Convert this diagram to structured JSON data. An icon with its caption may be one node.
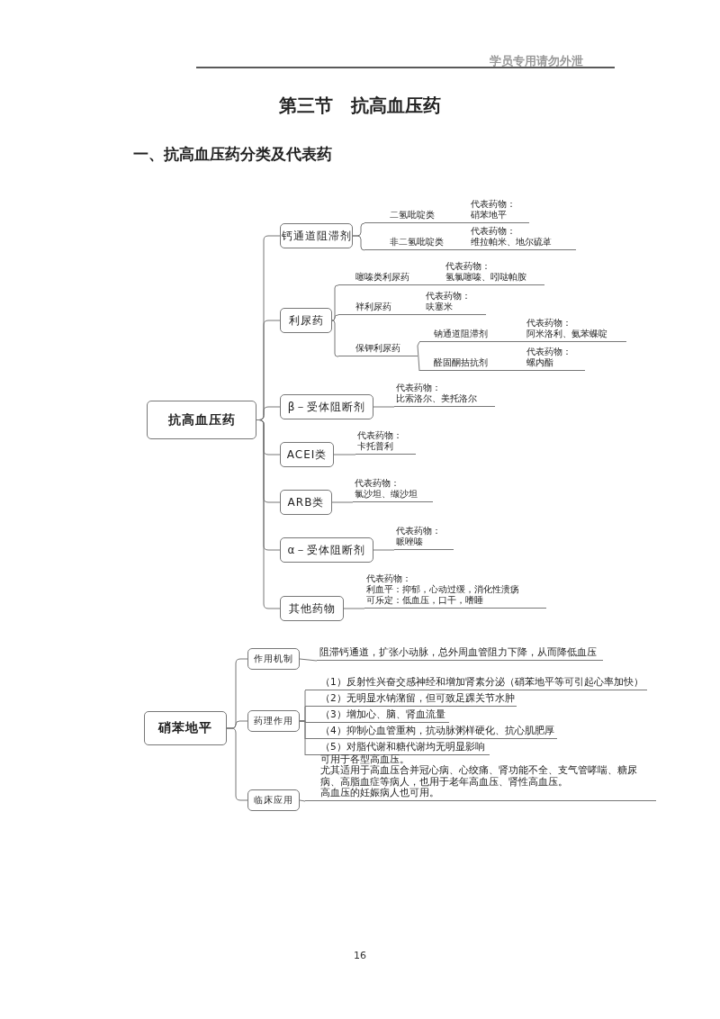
{
  "diagram": {
    "title": "第三节　抗高血压药",
    "nodes": [
      {
        "text": [
          "抗高血压药"
        ]
      },
      {
        "text": [
          "钙通道阻滞剂"
        ]
      },
      {
        "text": [
          "二氢吡啶类",
          "代表药物：",
          "硝苯地平"
        ]
      },
      {
        "text": [
          "非二氢吡啶类",
          "代表药物：",
          "维拉帕米、地尔硫䓬"
        ]
      },
      {
        "text": [
          "利尿药"
        ]
      },
      {
        "text": [
          "噻嗪类利尿药",
          "代表药物：",
          "氢氯噻嗪、吲哒帕胺"
        ]
      },
      {
        "text": [
          "袢利尿药",
          "代表药物：",
          "呋塞米"
        ]
      },
      {
        "text": [
          "保钾利尿药"
        ]
      },
      {
        "text": [
          "钠通道阻滞剂",
          "代表药物：",
          "阿米洛利、氨苯蝶啶"
        ]
      },
      {
        "text": [
          "醛固酮拮抗剂",
          "代表药物：",
          "螺内酯"
        ]
      },
      {
        "text": [
          "β－受体阻断剂"
        ]
      },
      {
        "text": [
          "代表药物：",
          "比索洛尔、美托洛尔"
        ]
      },
      {
        "text": [
          "ACEI类"
        ]
      },
      {
        "text": [
          "代表药物：",
          "卡托普利"
        ]
      },
      {
        "text": [
          "ARB类"
        ]
      },
      {
        "text": [
          "代表药物：",
          "氯沙坦、缬沙坦"
        ]
      },
      {
        "text": [
          "α－受体阻断剂"
        ]
      },
      {
        "text": [
          "代表药物：",
          "哌唑嗪"
        ]
      },
      {
        "text": [
          "其他药物"
        ]
      },
      {
        "text": [
          "代表药物：",
          "利血平：抑郁，心动过缓，消化性溃疡",
          "可乐定：低血压，口干，嗜睡"
        ]
      },
      {
        "text": [
          "硝苯地平"
        ]
      },
      {
        "text": [
          "作用机制"
        ]
      },
      {
        "text": [
          "阻滞钙通道，扩张小动脉，总外周血管阻力下降，从而降低血压"
        ]
      },
      {
        "text": [
          "药理作用"
        ]
      },
      {
        "text": [
          "（1）反射性兴奋交感神经和增加肾素分泌（硝苯地平等可引起心率加快）"
        ]
      },
      {
        "text": [
          "（2）无明显水钠潴留，但可致足踝关节水肿"
        ]
      },
      {
        "text": [
          "（3）增加心、脑、肾血流量"
        ]
      },
      {
        "text": [
          "（4）抑制心血管重构，抗动脉粥样硬化、抗心肌肥厚"
        ]
      },
      {
        "text": [
          "（5）对脂代谢和糖代谢均无明显影响"
        ]
      },
      {
        "text": [
          "临床应用"
        ]
      },
      {
        "text": [
          "可用于各型高血压。",
          "尤其适用于高血压合并冠心病、心绞痛、肾功能不全、支气管哮喘、糖尿病、高脂血症等病人，也用于老年高血压、肾性高血压。",
          "高血压的妊娠病人也可用。"
        ]
      }
    ],
    "edges": [
      {
        "from": 0,
        "to": 1,
        "arrow": "none"
      },
      {
        "from": 0,
        "to": 4,
        "arrow": "none"
      },
      {
        "from": 0,
        "to": 10,
        "arrow": "none"
      },
      {
        "from": 0,
        "to": 12,
        "arrow": "none"
      },
      {
        "from": 0,
        "to": 14,
        "arrow": "none"
      },
      {
        "from": 0,
        "to": 16,
        "arrow": "none"
      },
      {
        "from": 0,
        "to": 18,
        "arrow": "none"
      },
      {
        "from": 1,
        "to": 2,
        "arrow": "none"
      },
      {
        "from": 1,
        "to": 3,
        "arrow": "none"
      },
      {
        "from": 4,
        "to": 5,
        "arrow": "none"
      },
      {
        "from": 4,
        "to": 6,
        "arrow": "none"
      },
      {
        "from": 4,
        "to": 7,
        "arrow": "none"
      },
      {
        "from": 7,
        "to": 8,
        "arrow": "none"
      },
      {
        "from": 7,
        "to": 9,
        "arrow": "none"
      },
      {
        "from": 10,
        "to": 11,
        "arrow": "none"
      },
      {
        "from": 12,
        "to": 13,
        "arrow": "none"
      },
      {
        "from": 14,
        "to": 15,
        "arrow": "none"
      },
      {
        "from": 16,
        "to": 17,
        "arrow": "none"
      },
      {
        "from": 18,
        "to": 19,
        "arrow": "none"
      },
      {
        "from": 20,
        "to": 21,
        "arrow": "none"
      },
      {
        "from": 20,
        "to": 23,
        "arrow": "none"
      },
      {
        "from": 20,
        "to": 29,
        "arrow": "none"
      },
      {
        "from": 21,
        "to": 22,
        "arrow": "none"
      },
      {
        "from": 23,
        "to": 24,
        "arrow": "none"
      },
      {
        "from": 23,
        "to": 25,
        "arrow": "none"
      },
      {
        "from": 23,
        "to": 26,
        "arrow": "none"
      },
      {
        "from": 23,
        "to": 27,
        "arrow": "none"
      },
      {
        "from": 23,
        "to": 28,
        "arrow": "none"
      },
      {
        "from": 29,
        "to": 30,
        "arrow": "none"
      }
    ],
    "labels": [
      "学员专用请勿外泄",
      "一、抗高血压药分类及代表药",
      "16"
    ]
  }
}
